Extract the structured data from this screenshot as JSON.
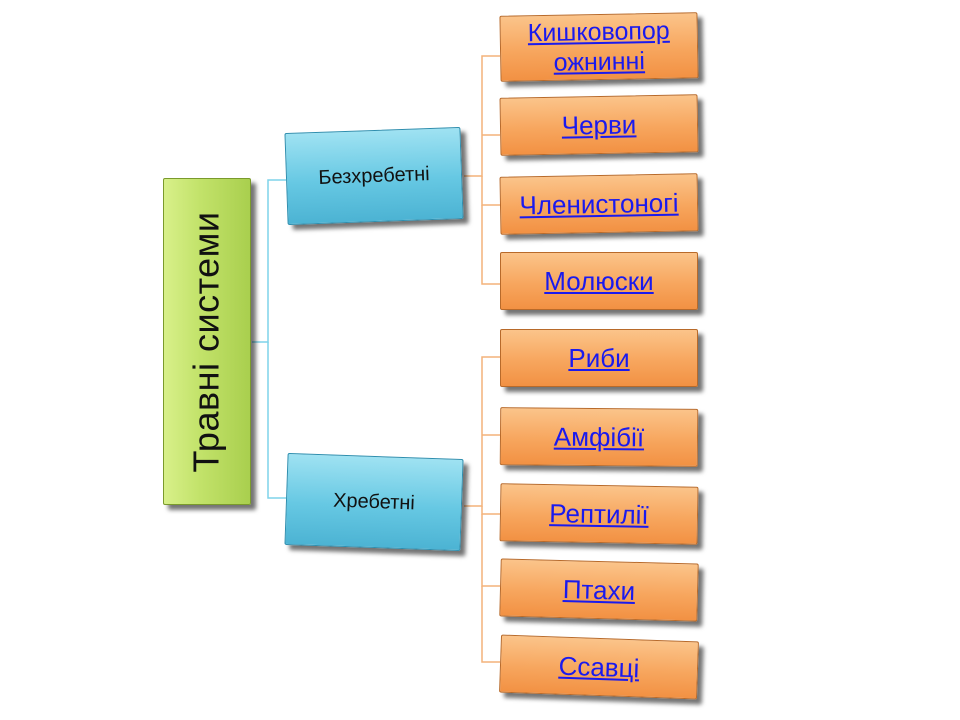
{
  "diagram": {
    "root": {
      "label": "Травні системи"
    },
    "groups": [
      {
        "label": "Безхребетні",
        "items": [
          "Кишковопор ожнинні",
          "Черви",
          "Членистоногі",
          "Молюски"
        ]
      },
      {
        "label": "Хребетні",
        "items": [
          "Риби",
          "Амфібії",
          "Рептилії",
          "Птахи",
          "Ссавці"
        ]
      }
    ]
  },
  "colors": {
    "root_fill": "#c3e36b",
    "group_fill": "#66c8e3",
    "leaf_fill": "#f7a65e",
    "link_text": "#1a1aee",
    "connector_blue": "#7fd3ea",
    "connector_orange": "#f4b27a"
  }
}
